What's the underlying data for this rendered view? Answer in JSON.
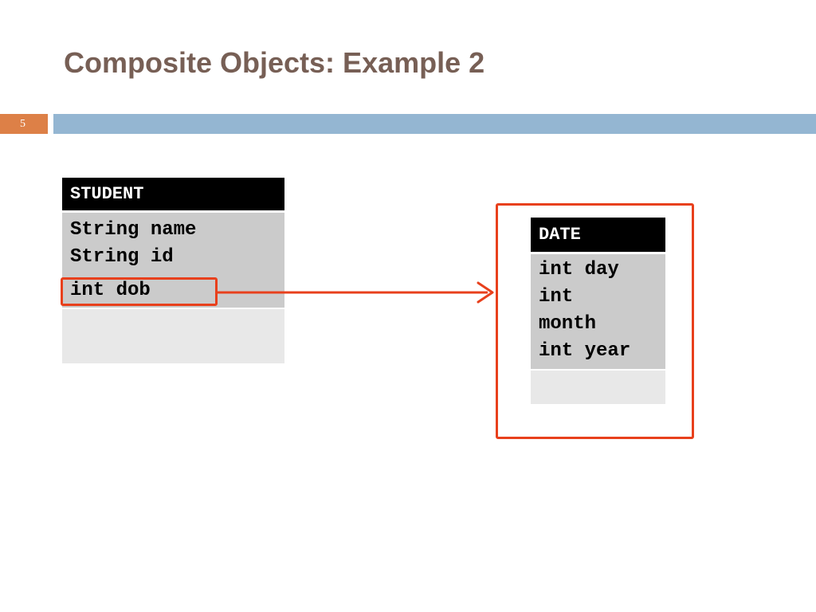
{
  "slide": {
    "title": "Composite Objects: Example 2",
    "number": "5"
  },
  "student": {
    "header": "STUDENT",
    "fields": [
      "String name",
      "String id",
      "int dob"
    ]
  },
  "date": {
    "header": "DATE",
    "fields": [
      "int day",
      "int",
      "month",
      "int year"
    ]
  },
  "colors": {
    "title": "#775f55",
    "accent_orange": "#dd8047",
    "accent_blue": "#94b6d2",
    "highlight_red": "#e8401c",
    "field_gray": "#cbcbcb",
    "empty_gray": "#e8e8e8"
  }
}
